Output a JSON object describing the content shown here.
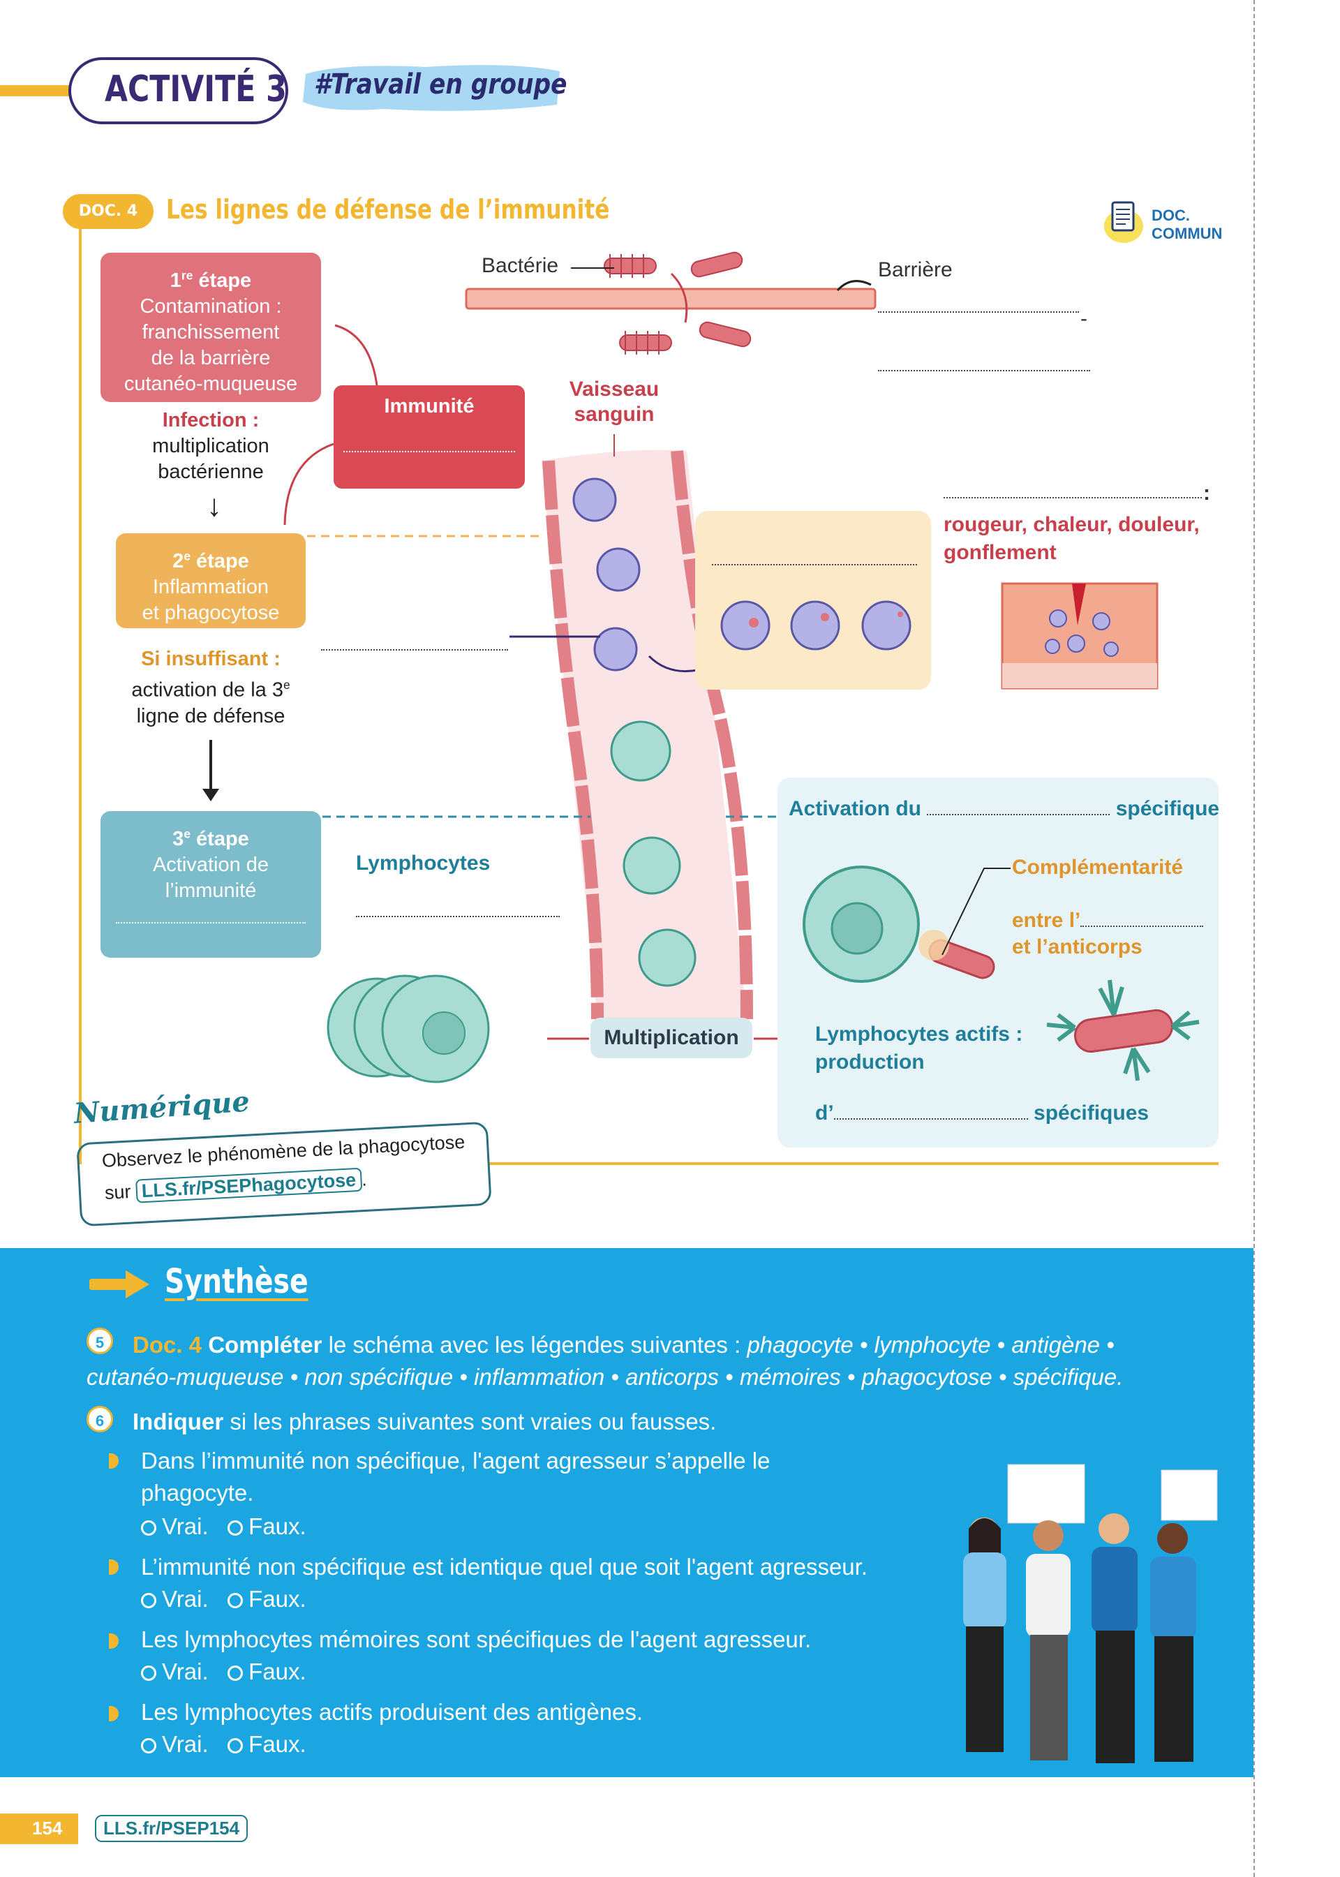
{
  "header": {
    "activity": "ACTIVITÉ 3",
    "group_label": "Travail en groupe"
  },
  "doc": {
    "tag": "DOC. 4",
    "title": "Les lignes de défense de l’immunité",
    "commun_line1": "DOC.",
    "commun_line2": "COMMUN"
  },
  "diagram": {
    "stage1": {
      "num": "1",
      "sup": "re",
      "word": " étape",
      "line1": "Contamination :",
      "line2": "franchissement",
      "line3": "de la barrière",
      "line4": "cutanéo-muqueuse"
    },
    "infection": {
      "title": "Infection :",
      "line1": "multiplication",
      "line2": "bactérienne"
    },
    "arrow_down": "↓",
    "stage2": {
      "num": "2",
      "sup": "e",
      "word": " étape",
      "line1": "Inflammation",
      "line2": "et phagocytose"
    },
    "insufficient": {
      "title": "Si insuffisant :",
      "line1": "activation de la 3",
      "sup": "e",
      "line2": "ligne de défense"
    },
    "stage3": {
      "num": "3",
      "sup": "e",
      "word": " étape",
      "line1": "Activation de",
      "line2": "l’immunité"
    },
    "immunite_label": "Immunité",
    "bacterie": "Bactérie",
    "barriere": "Barrière",
    "vaisseau_line1": "Vaisseau",
    "vaisseau_line2": "sanguin",
    "dash": "-",
    "colon": ":",
    "inflammation_signs_line1": "rougeur, chaleur, douleur,",
    "inflammation_signs_line2": "gonflement",
    "lymphocytes": "Lymphocytes",
    "activation_du": "Activation du",
    "specifique": "spécifique",
    "complementarite": "Complémentarité",
    "entre_l": "entre l’",
    "et_anticorps": "et l’anticorps",
    "multiplication": "Multiplication",
    "actifs_line1": "Lymphocytes actifs :",
    "actifs_line2": "production",
    "d_prefix": "d’",
    "specifiques": "spécifiques"
  },
  "numerique": {
    "title": "Numérique",
    "line1": "Observez le phénomène de la phagocytose",
    "sur": "sur",
    "link": "LLS.fr/PSEPhagocytose",
    "period": "."
  },
  "synthese": {
    "title": "Synthèse",
    "q5_num": "5",
    "q5_doc": "Doc. 4",
    "q5_verb": "Compléter",
    "q5_text": " le schéma avec les légendes suivantes : ",
    "q5_terms_line1": "phagocyte • lymphocyte • antigène •",
    "q5_terms_line2": "cutanéo-muqueuse • non spécifique • inflammation • anticorps • mémoires • phagocytose • spécifique.",
    "q6_num": "6",
    "q6_verb": "Indiquer",
    "q6_text": " si les phrases suivantes sont vraies ou fausses.",
    "items": [
      {
        "line1": "Dans l’immunité non spécifique, l'agent agresseur s’appelle le",
        "line2": "phagocyte."
      },
      {
        "line1": "L’immunité non spécifique est identique quel que soit l'agent agresseur.",
        "line2": ""
      },
      {
        "line1": "Les lymphocytes mémoires sont spécifiques de l'agent agresseur.",
        "line2": ""
      },
      {
        "line1": "Les lymphocytes actifs produisent des antigènes.",
        "line2": ""
      }
    ],
    "vrai": "Vrai.",
    "faux": "Faux."
  },
  "footer": {
    "page_number": "154",
    "link": "LLS.fr/PSEP154"
  },
  "colors": {
    "accent_yellow": "#f2b630",
    "navy": "#3a2a73",
    "synth_blue": "#1ba6e2",
    "stage1": "#e0727c",
    "stage2": "#efb35a",
    "stage3": "#7dbccb",
    "immunite": "#d94a55"
  }
}
